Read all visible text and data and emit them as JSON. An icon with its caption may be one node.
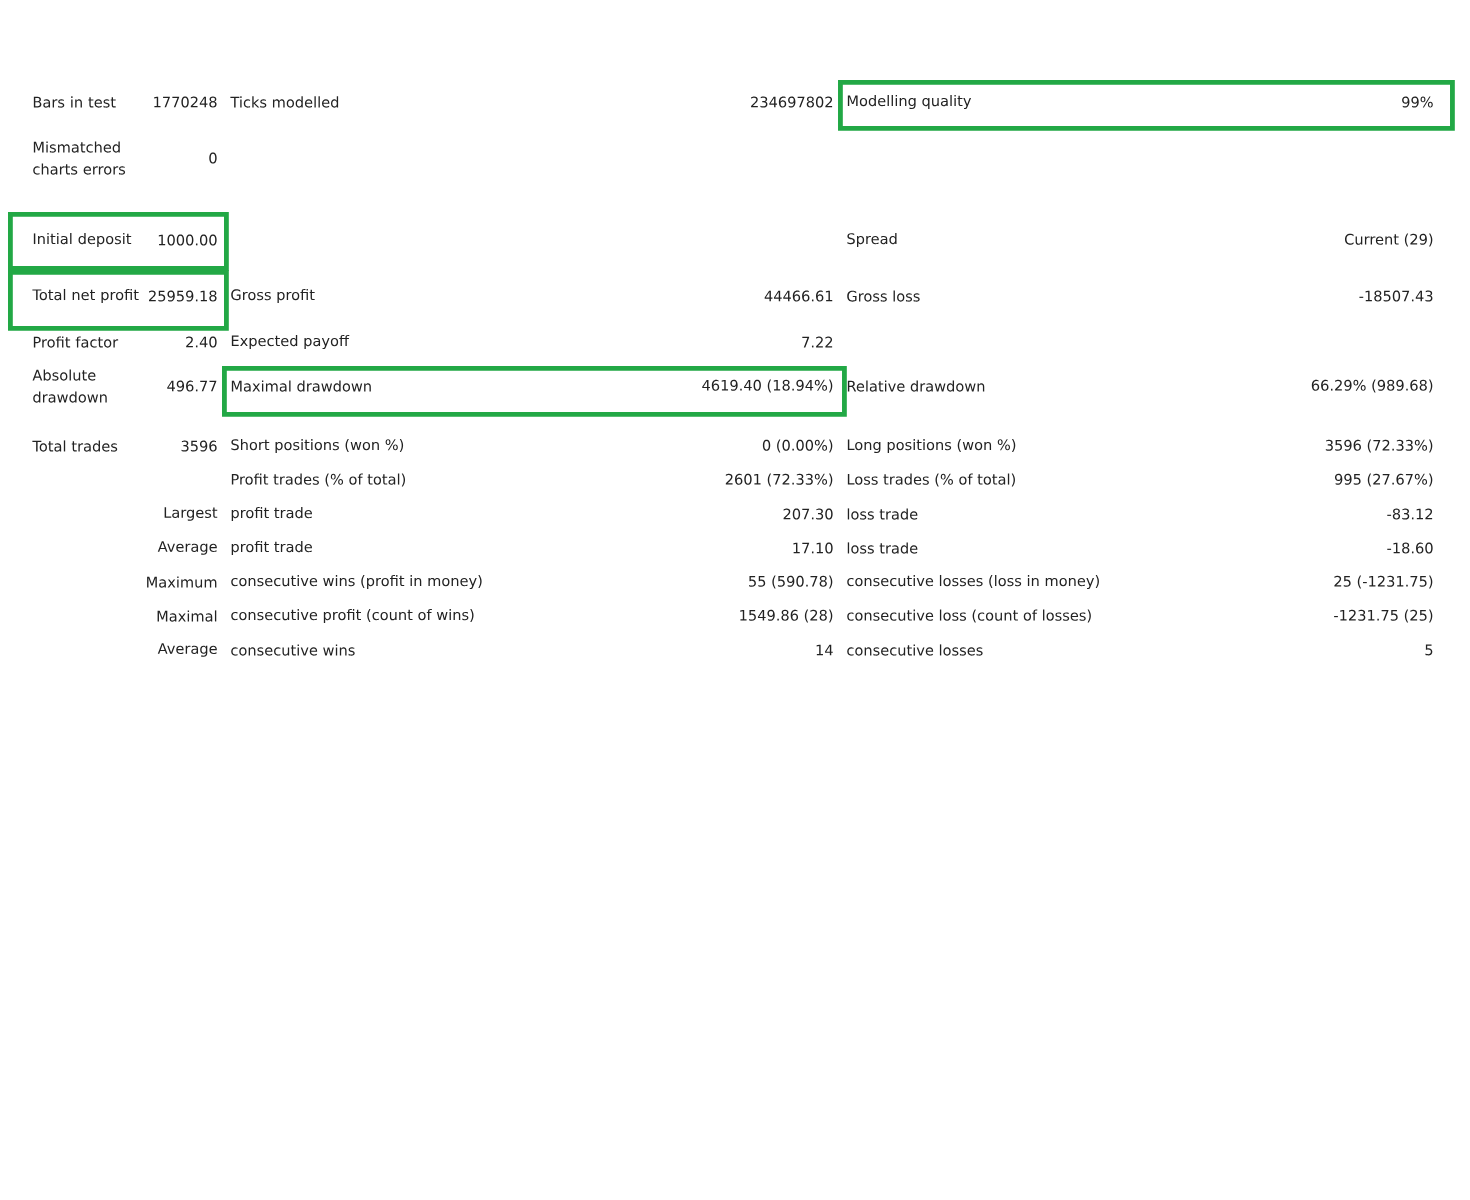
{
  "diagram": {
    "nodes": [
      {
        "text": [
          "Modelling quality",
          "99%"
        ]
      },
      {
        "text": [
          "Initial deposit",
          "1000.00"
        ]
      },
      {
        "text": [
          "Total net profit",
          "25959.18"
        ]
      },
      {
        "text": [
          "Maximal drawdown",
          "4619.40 (18.94%)"
        ]
      }
    ],
    "labels": [
      "Bars in test",
      "1770248",
      "Ticks modelled",
      "234697802",
      "Mismatched charts errors",
      "0",
      "Spread",
      "Current (29)",
      "Gross profit",
      "44466.61",
      "Gross loss",
      "-18507.43",
      "Profit factor",
      "2.40",
      "Expected payoff",
      "7.22",
      "Absolute drawdown",
      "496.77",
      "Relative drawdown",
      "66.29% (989.68)",
      "Total trades",
      "3596",
      "Short positions (won %)",
      "0 (0.00%)",
      "Long positions (won %)",
      "3596 (72.33%)",
      "Profit trades (% of total)",
      "2601 (72.33%)",
      "Loss trades (% of total)",
      "995 (27.67%)",
      "Largest",
      "profit trade",
      "207.30",
      "loss trade",
      "-83.12",
      "Average",
      "profit trade",
      "17.10",
      "loss trade",
      "-18.60",
      "Maximum",
      "consecutive wins (profit in money)",
      "55 (590.78)",
      "consecutive losses (loss in money)",
      "25 (-1231.75)",
      "Maximal",
      "consecutive profit (count of wins)",
      "1549.86 (28)",
      "consecutive loss (count of losses)",
      "-1231.75 (25)",
      "Average",
      "consecutive wins",
      "14",
      "consecutive losses",
      "5"
    ]
  }
}
